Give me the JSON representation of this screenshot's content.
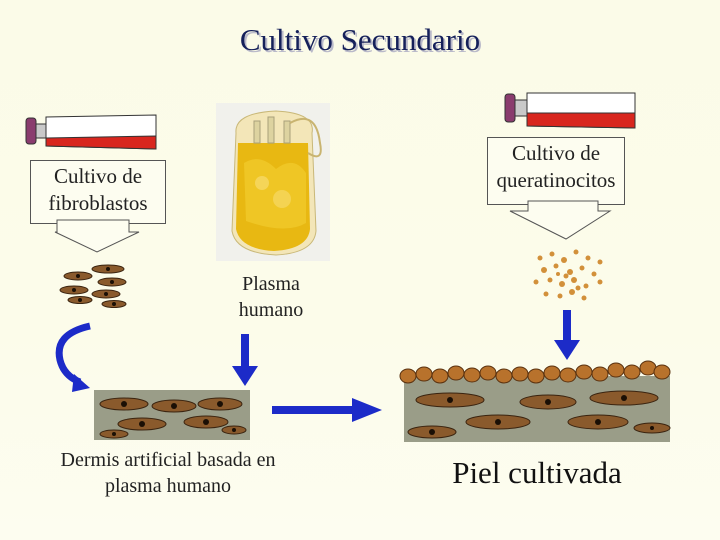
{
  "title": "Cultivo Secundario",
  "labels": {
    "fibroblast_culture": "Cultivo de fibroblastos",
    "keratinocyte_culture": "Cultivo de queratinocitos",
    "human_plasma": "Plasma humano",
    "artificial_dermis": "Dermis artificial basada en plasma humano",
    "cultured_skin": "Piel cultivada"
  },
  "colors": {
    "flask_red": "#d8261e",
    "flask_cap": "#8a3c6e",
    "arrow_blue": "#1c2bc8",
    "plasma_yellow": "#e8b812",
    "dermis_gray": "#9a9d88",
    "cell_brown": "#8a5a2c",
    "keratinocyte_orange": "#d2903a"
  }
}
